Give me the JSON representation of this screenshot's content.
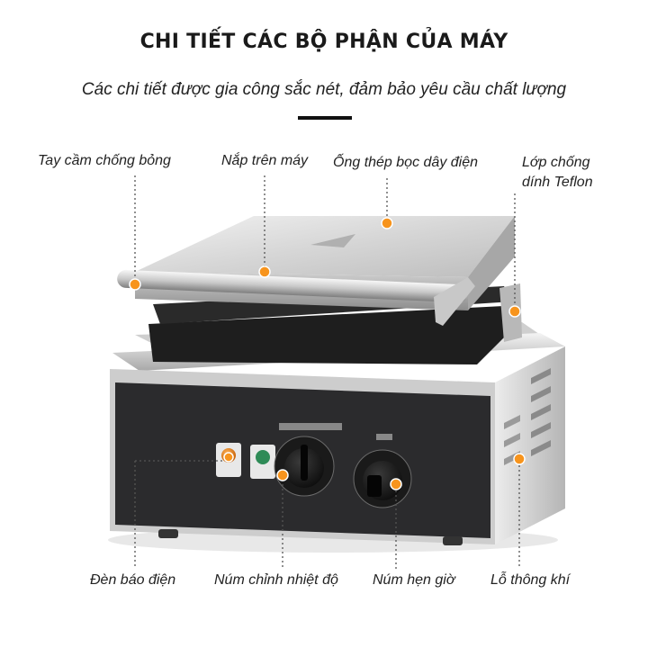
{
  "header": {
    "title": "CHI TIẾT CÁC BỘ PHẬN CỦA MÁY",
    "subtitle": "Các chi tiết được gia công sắc nét, đảm bảo yêu cầu chất lượng"
  },
  "labels": {
    "handle": "Tay cầm chống bỏng",
    "top_lid": "Nắp trên máy",
    "steel_tube": "Ống thép bọc dây điện",
    "teflon_line1": "Lớp chống",
    "teflon_line2": "dính Teflon",
    "power_light": "Đèn báo điện",
    "temp_knob": "Núm chỉnh nhiệt độ",
    "timer_knob": "Núm hẹn giờ",
    "vent": "Lỗ thông khí"
  },
  "colors": {
    "accent": "#f7941d",
    "panel": "#2b2b2d",
    "steel_light": "#e2e2e2",
    "steel_dark": "#9a9a9a",
    "plate": "#1e1e1e"
  }
}
